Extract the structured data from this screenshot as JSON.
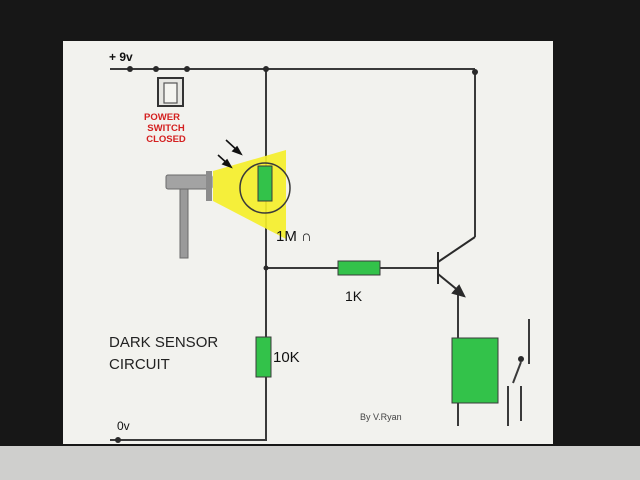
{
  "labels": {
    "supply_positive": "+ 9v",
    "supply_ground": "0v",
    "switch_caption": [
      "POWER",
      "SWITCH",
      "CLOSED"
    ],
    "ldr_value": "1M ∩",
    "base_resistor": "1K",
    "pulldown_resistor": "10K",
    "title": [
      "DARK SENSOR",
      "CIRCUIT"
    ],
    "author": "By V.Ryan"
  },
  "colors": {
    "wire": "#3a3a3a",
    "component_fill": "#33c24a",
    "switch_caption": "#d42020",
    "light_beam": "#f5ef2a"
  },
  "icons": {
    "light_source": "torch-icon",
    "light_rays": "arrow-icon",
    "transistor": "npn-transistor-icon",
    "relay_contact": "relay-switch-icon"
  }
}
